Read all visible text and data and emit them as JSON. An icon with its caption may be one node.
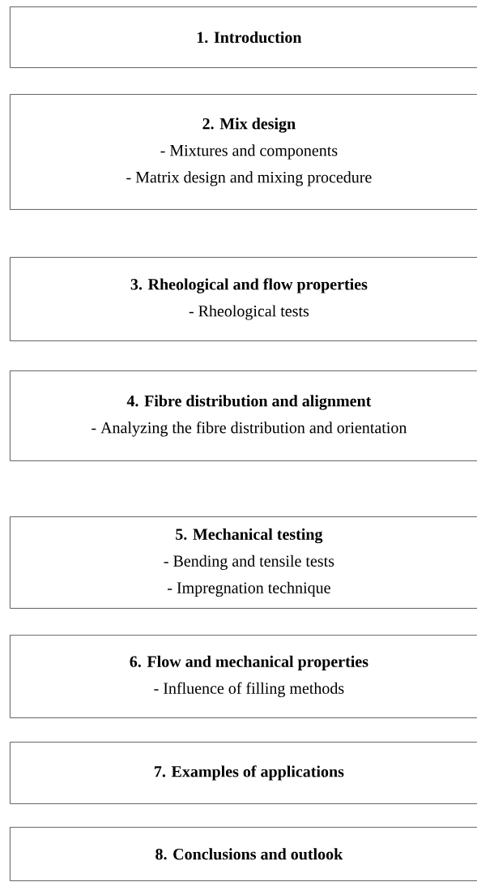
{
  "diagram": {
    "nodes": [
      {
        "text": [
          "1. Introduction"
        ]
      },
      {
        "text": [
          "2. Mix design",
          "- Mixtures and components",
          "- Matrix design and mixing procedure"
        ]
      },
      {
        "text": [
          "3. Rheological and flow properties",
          "- Rheological tests"
        ]
      },
      {
        "text": [
          "4. Fibre distribution and alignment",
          "- Analyzing the fibre distribution and orientation"
        ]
      },
      {
        "text": [
          "5. Mechanical testing",
          "- Bending and tensile tests",
          "- Impregnation technique"
        ]
      },
      {
        "text": [
          "6. Flow and mechanical properties",
          "- Influence of filling methods"
        ]
      },
      {
        "text": [
          "7. Examples of applications"
        ]
      },
      {
        "text": [
          "8. Conclusions and outlook"
        ]
      }
    ]
  }
}
